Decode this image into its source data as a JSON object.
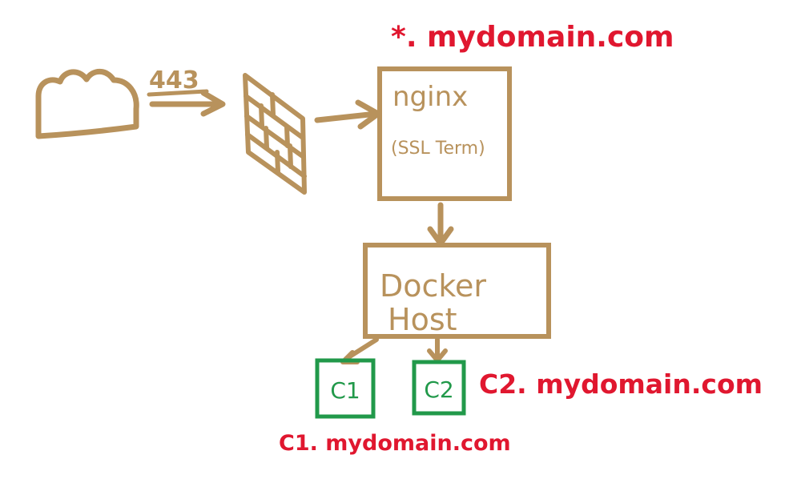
{
  "colors": {
    "stroke": "#b8925c",
    "accent": "#e0172f",
    "container": "#21994a",
    "background": "#ffffff"
  },
  "labels": {
    "port": "443",
    "wildcard_domain": "*. mydomain.com",
    "nginx": "nginx",
    "ssl_term": "(SSL Term)",
    "docker_line1": "Docker",
    "docker_line2": "Host",
    "c1": "C1",
    "c2": "C2",
    "c1_domain": "C1. mydomain.com",
    "c2_domain": "C2. mydomain.com"
  },
  "icons": {
    "internet": "cloud-icon",
    "firewall": "brick-wall-icon"
  }
}
